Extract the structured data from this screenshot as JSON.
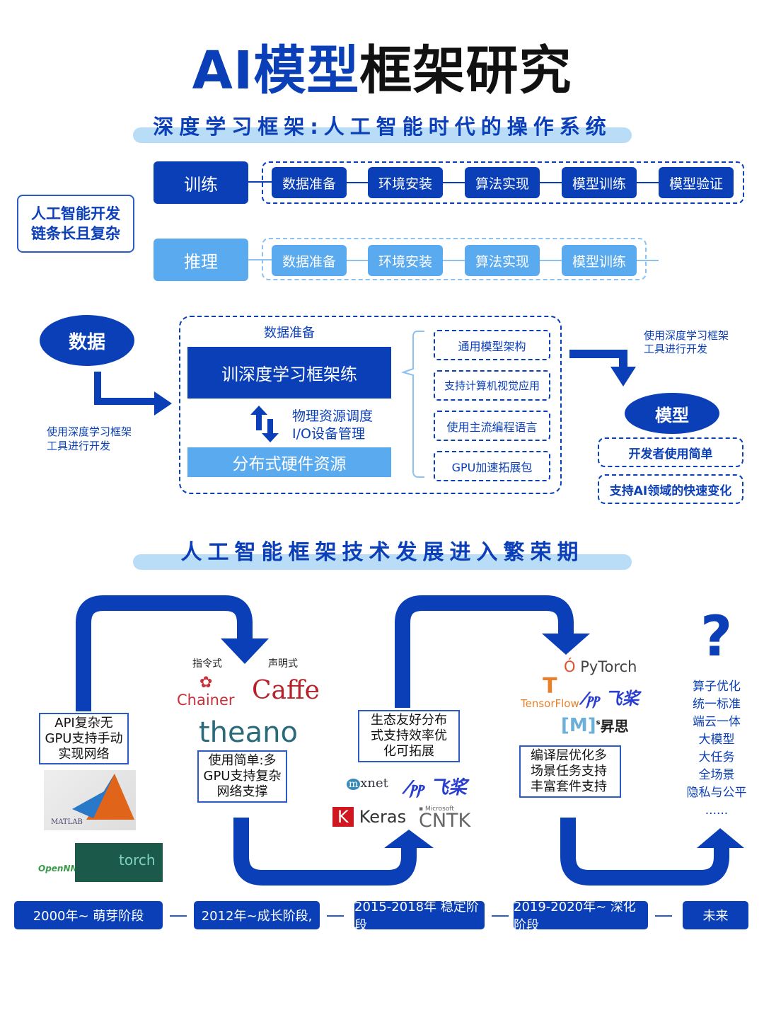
{
  "title": {
    "part1": "AI模型",
    "part2": "框架研究"
  },
  "section1": {
    "heading": "深度学习框架:人工智能时代的操作系统",
    "left_label": "人工智能开发\n链条长且复杂",
    "train": {
      "label": "训练",
      "steps": [
        "数据准备",
        "环境安装",
        "算法实现",
        "模型训练",
        "模型验证"
      ]
    },
    "infer": {
      "label": "推理",
      "steps": [
        "数据准备",
        "环境安装",
        "算法实现",
        "模型训练"
      ]
    }
  },
  "section2": {
    "data_label": "数据",
    "left_note": "使用深度学习框架\n工具进行开发",
    "data_prep": "数据准备",
    "framework": "训深度学习框架练",
    "resource_notes": [
      "物理资源调度",
      "I/O设备管理"
    ],
    "hardware": "分布式硬件资源",
    "features": [
      "通用模型架构",
      "支持计算机视觉应用",
      "使用主流编程语言",
      "GPU加速拓展包"
    ],
    "right_note": "使用深度学习框架\n工具进行开发",
    "model_label": "模型",
    "model_features": [
      "开发者使用简单",
      "支持AI领域的快速变化"
    ]
  },
  "section3": {
    "heading": "人工智能框架技术发展进入繁荣期",
    "stages": [
      "2000年~ 萌芽阶段",
      "2012年~成长阶段,",
      "2015-2018年 稳定阶段",
      "2019-2020年~ 深化阶段",
      "未来"
    ],
    "notes": [
      "API复杂无\nGPU支持手动\n实现网络",
      "使用简单:多\nGPU支持复杂\n网络支撑",
      "生态友好分布\n式支持效率优\n化可拓展",
      "编译层优化多\n场景任务支持\n丰富套件支持"
    ],
    "paradigms": [
      "指令式",
      "声明式"
    ],
    "logos": {
      "stage1": [
        "MATLAB",
        "OpenNN",
        "torch"
      ],
      "stage2": [
        "Chainer",
        "Caffe",
        "theano"
      ],
      "stage3": [
        "mxnet",
        "飞桨",
        "Keras",
        "Microsoft CNTK"
      ],
      "stage4": [
        "PyTorch",
        "TensorFlow",
        "飞桨",
        "昇思 MindSpore"
      ]
    },
    "question_mark": "?",
    "future": [
      "算子优化",
      "统一标准",
      "端云一体",
      "大模型",
      "大任务",
      "全场景",
      "隐私与公平",
      "......"
    ]
  },
  "colors": {
    "primary": "#0a3fb8",
    "light": "#5aaaf0",
    "band": "#b9dcf7"
  }
}
